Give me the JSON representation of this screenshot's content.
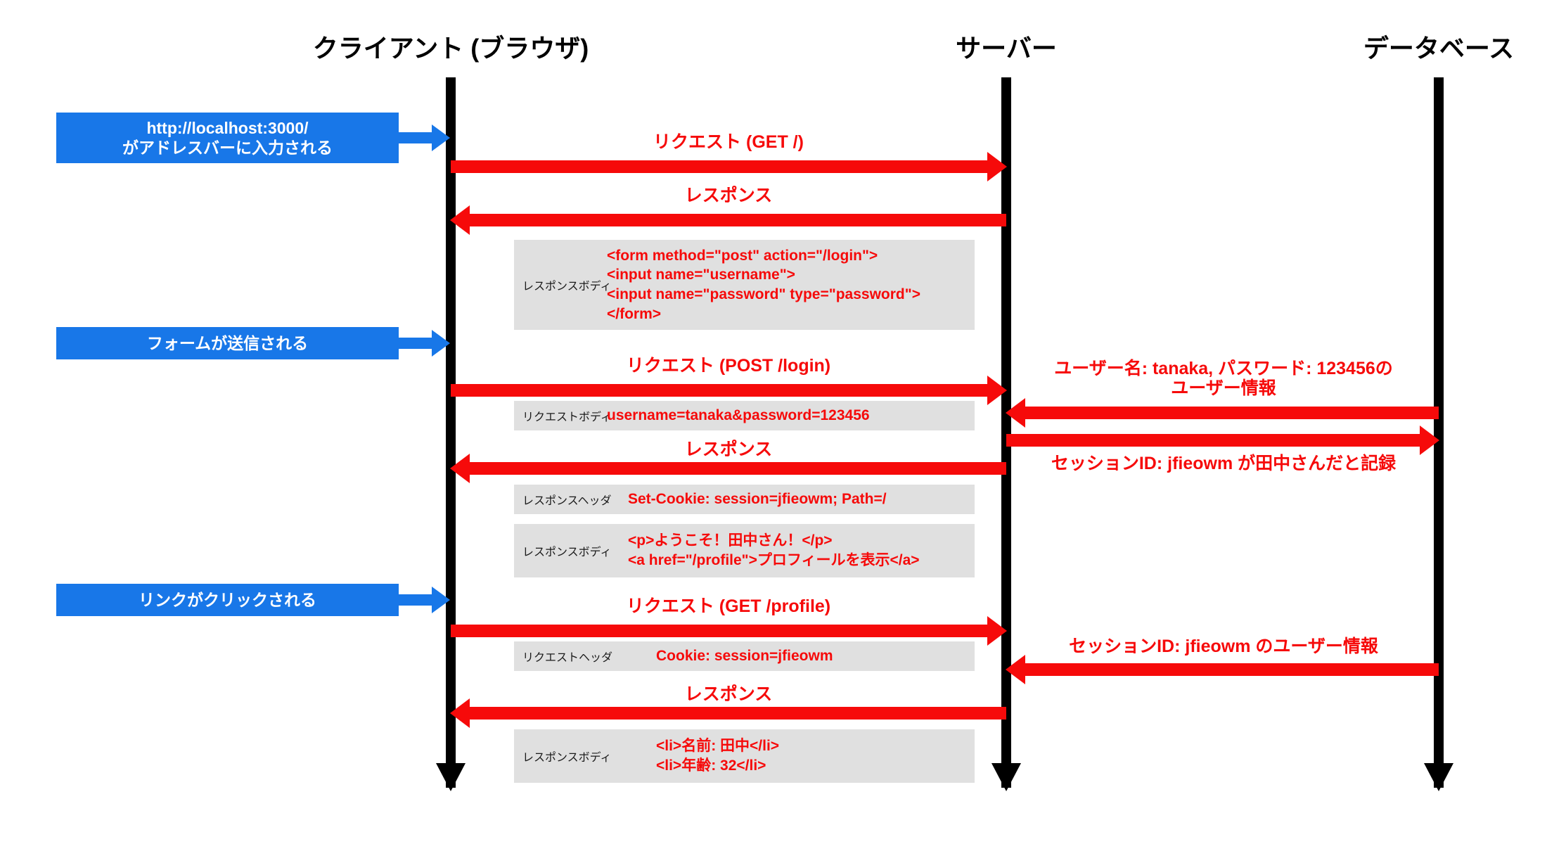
{
  "diagram": {
    "title_colors": {
      "message": "#f60a0a",
      "note": "#1877e8",
      "payload_bg": "#e0e0e0",
      "lifeline": "#000000"
    },
    "participants": [
      {
        "id": "client",
        "label": "クライアント (ブラウザ)"
      },
      {
        "id": "server",
        "label": "サーバー"
      },
      {
        "id": "database",
        "label": "データベース"
      }
    ],
    "notes": [
      {
        "id": "note-url-entered",
        "text": "http://localhost:3000/\nがアドレスバーに入力される"
      },
      {
        "id": "note-form-submitted",
        "text": "フォームが送信される"
      },
      {
        "id": "note-link-clicked",
        "text": "リンクがクリックされる"
      }
    ],
    "messages": [
      {
        "id": "msg-get-root",
        "label": "リクエスト (GET /)",
        "from": "client",
        "to": "server"
      },
      {
        "id": "msg-response-1",
        "label": "レスポンス",
        "from": "server",
        "to": "client"
      },
      {
        "id": "msg-post-login",
        "label": "リクエスト (POST /login)",
        "from": "client",
        "to": "server"
      },
      {
        "id": "msg-db-query-user",
        "label": "ユーザー名: tanaka, パスワード: 123456の\nユーザー情報",
        "from": "database",
        "to": "server"
      },
      {
        "id": "msg-response-2",
        "label": "レスポンス",
        "from": "server",
        "to": "client"
      },
      {
        "id": "msg-db-store-session",
        "label": "セッションID: jfieowm が田中さんだと記録",
        "from": "server",
        "to": "database"
      },
      {
        "id": "msg-get-profile",
        "label": "リクエスト (GET /profile)",
        "from": "client",
        "to": "server"
      },
      {
        "id": "msg-db-session-user",
        "label": "セッションID: jfieowm のユーザー情報",
        "from": "database",
        "to": "server"
      },
      {
        "id": "msg-response-3",
        "label": "レスポンス",
        "from": "server",
        "to": "client"
      }
    ],
    "payloads": [
      {
        "id": "payload-response-body-form",
        "tag": "レスポンスボディ",
        "body": "<form method=\"post\" action=\"/login\">\n  <input name=\"username\">\n  <input name=\"password\" type=\"password\">\n</form>"
      },
      {
        "id": "payload-request-body-login",
        "tag": "リクエストボディ",
        "body": "username=tanaka&password=123456"
      },
      {
        "id": "payload-response-header-setcookie",
        "tag": "レスポンスヘッダ",
        "body": "Set-Cookie: session=jfieowm; Path=/"
      },
      {
        "id": "payload-response-body-welcome",
        "tag": "レスポンスボディ",
        "body": "<p>ようこそ！田中さん！</p>\n<a href=\"/profile\">プロフィールを表示</a>"
      },
      {
        "id": "payload-request-header-cookie",
        "tag": "リクエストヘッダ",
        "body": "Cookie: session=jfieowm"
      },
      {
        "id": "payload-response-body-profile",
        "tag": "レスポンスボディ",
        "body": "<li>名前: 田中</li>\n<li>年齢: 32</li>"
      }
    ]
  }
}
